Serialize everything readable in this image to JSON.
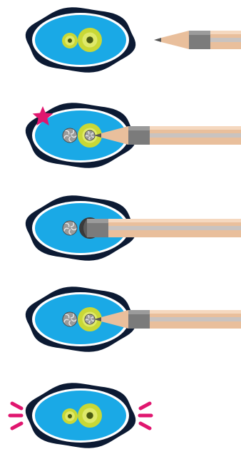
{
  "colors": {
    "sharpener_fill": "#1aa9e6",
    "sharpener_rim": "#0c1a33",
    "sharpener_highlight": "#ffffff",
    "hole_outer": "#c9d836",
    "hole_mid": "#dfe96a",
    "hole_center": "#4a5a10",
    "pencil_wood": "#e9bf9c",
    "pencil_wood_light": "#f5d8bf",
    "pencil_stripe": "#c9c3c0",
    "pencil_ferrule": "#7b7b7b",
    "pencil_ferrule_dark": "#5c5c5c",
    "pencil_lead": "#555555",
    "accent_magenta": "#e0166f",
    "shavings": "#8a8a8a"
  },
  "steps": [
    {
      "pencil": "approaching",
      "marker": "none"
    },
    {
      "pencil": "inserted-tip",
      "marker": "star",
      "shavings": true
    },
    {
      "pencil": "inserted-deep",
      "marker": "none",
      "shavings": true
    },
    {
      "pencil": "inserted-tip",
      "marker": "none",
      "shavings": true
    },
    {
      "pencil": "none",
      "marker": "burst"
    }
  ]
}
